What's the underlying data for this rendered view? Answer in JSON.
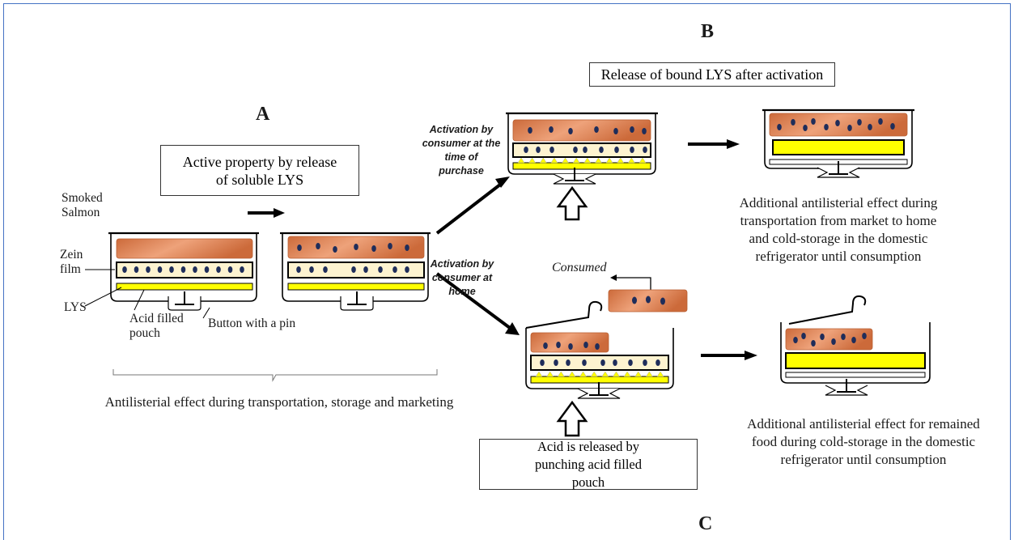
{
  "letters": {
    "a": "A",
    "b": "B",
    "c": "C"
  },
  "panel_a": {
    "box": "Active property by release of soluble LYS",
    "labels": {
      "smoked_salmon": "Smoked Salmon",
      "zein_film": "Zein film",
      "lys": "LYS",
      "acid_pouch": "Acid filled pouch",
      "button": "Button with a pin"
    },
    "caption": "Antilisterial effect during transportation, storage and marketing"
  },
  "panel_b": {
    "box": "Release of bound LYS after activation",
    "activation": "Activation by consumer at the time of purchase",
    "caption": "Additional antilisterial effect during transportation from market to home and cold-storage in the domestic refrigerator until consumption"
  },
  "panel_c": {
    "activation": "Activation by consumer at home",
    "consumed": "Consumed",
    "box": "Acid is released by punching acid filled pouch",
    "caption": "Additional antilisterial effect for remained food during cold-storage in the domestic refrigerator until consumption"
  },
  "colors": {
    "frame": "#4472c4",
    "salmon": "#e07a45",
    "film": "#fdf3d0",
    "pouch": "#ffff00",
    "dots": "#1f2d5a"
  }
}
